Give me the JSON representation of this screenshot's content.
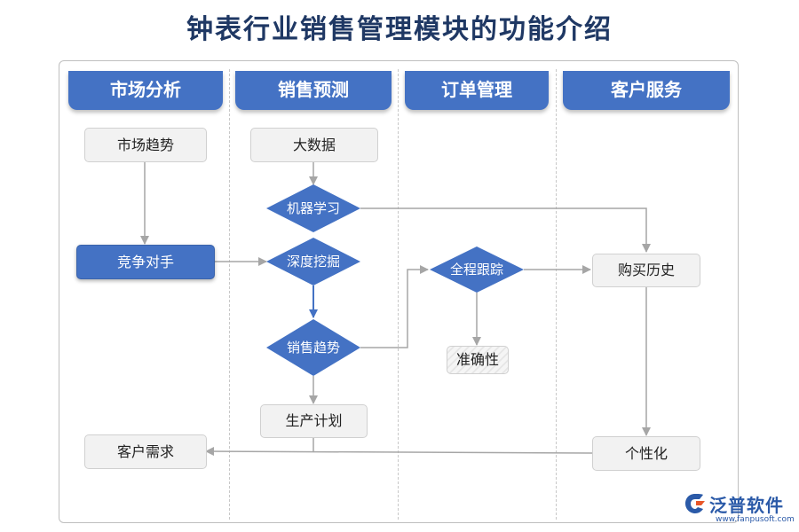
{
  "title": "钟表行业销售管理模块的功能介绍",
  "lanes": [
    {
      "label": "市场分析"
    },
    {
      "label": "销售预测"
    },
    {
      "label": "订单管理"
    },
    {
      "label": "客户服务"
    }
  ],
  "nodes": {
    "market_trend": "市场趋势",
    "competitor": "竞争对手",
    "customer_demand": "客户需求",
    "big_data": "大数据",
    "machine_learning": "机器学习",
    "deep_mining": "深度挖掘",
    "sales_trend": "销售趋势",
    "production_plan": "生产计划",
    "full_tracking": "全程跟踪",
    "accuracy": "准确性",
    "purchase_history": "购买历史",
    "personalization": "个性化"
  },
  "logo": {
    "name": "泛普软件",
    "url": "www.fanpusoft.com"
  },
  "colors": {
    "header": "#4472c4",
    "title": "#1f3864",
    "node_fill": "#f2f2f2",
    "arrow": "#a6a6a6"
  }
}
